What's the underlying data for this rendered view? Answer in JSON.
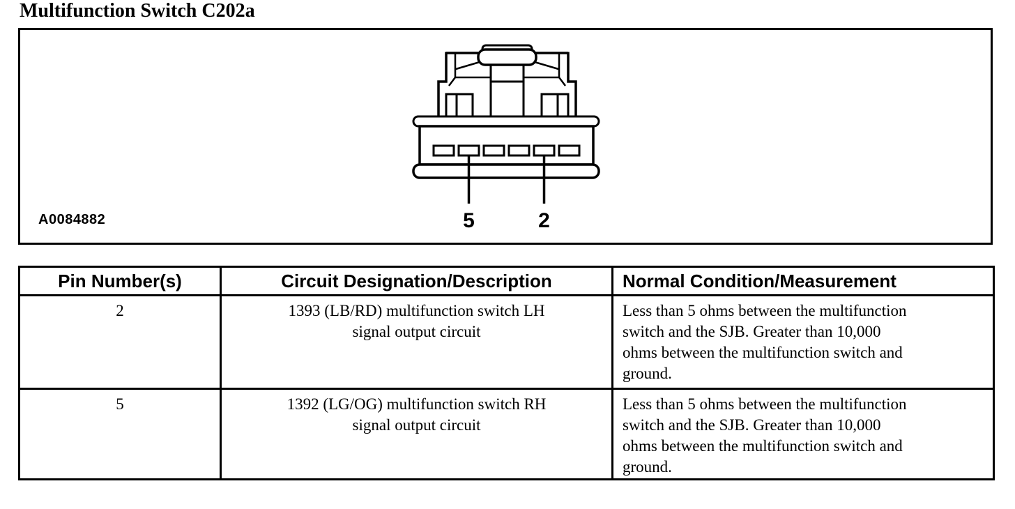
{
  "page": {
    "title": "Multifunction Switch C202a"
  },
  "figure": {
    "id_label": "A0084882",
    "connector": {
      "description": "6-cavity multifunction switch connector, face view",
      "slot_count": 6,
      "pin_callouts": [
        {
          "pin": "5",
          "points_to_slot": 2
        },
        {
          "pin": "2",
          "points_to_slot": 5
        }
      ]
    }
  },
  "table": {
    "headers": [
      "Pin Number(s)",
      "Circuit Designation/Description",
      "Normal Condition/Measurement"
    ],
    "rows": [
      {
        "pin": "2",
        "circuit": "1393 (LB/RD) multifunction switch LH\nsignal output circuit",
        "condition": "Less than 5 ohms between the multifunction\nswitch and the SJB. Greater than 10,000\nohms between the multifunction switch and\nground."
      },
      {
        "pin": "5",
        "circuit": "1392 (LG/OG) multifunction switch RH\nsignal output circuit",
        "condition": "Less than 5 ohms between the multifunction\nswitch and the SJB. Greater than 10,000\nohms between the multifunction switch and\nground."
      }
    ]
  },
  "colors": {
    "ink": "#000000",
    "background": "#ffffff"
  }
}
